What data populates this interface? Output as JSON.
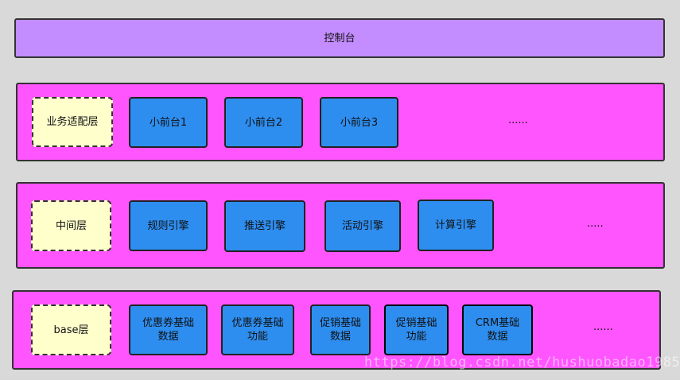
{
  "console": {
    "label": "控制台"
  },
  "layers": {
    "business": {
      "label": "业务适配层",
      "modules": [
        "小前台1",
        "小前台2",
        "小前台3"
      ],
      "ellipsis": "......"
    },
    "middle": {
      "label": "中间层",
      "modules": [
        "规则引擎",
        "推送引擎",
        "活动引擎",
        "计算引擎"
      ],
      "ellipsis": "....."
    },
    "base": {
      "label": "base层",
      "modules": [
        "优惠券基础\n数据",
        "优惠券基础\n功能",
        "促销基础\n数据",
        "促销基础\n功能",
        "CRM基础\n数据"
      ],
      "ellipsis": "......"
    }
  },
  "watermark": "https://blog.csdn.net/hushuobadao1985",
  "colors": {
    "background": "#d9d9d9",
    "console": "#c38cff",
    "layer": "#ff55ff",
    "label": "#ffffcc",
    "module": "#2e8ef0"
  }
}
